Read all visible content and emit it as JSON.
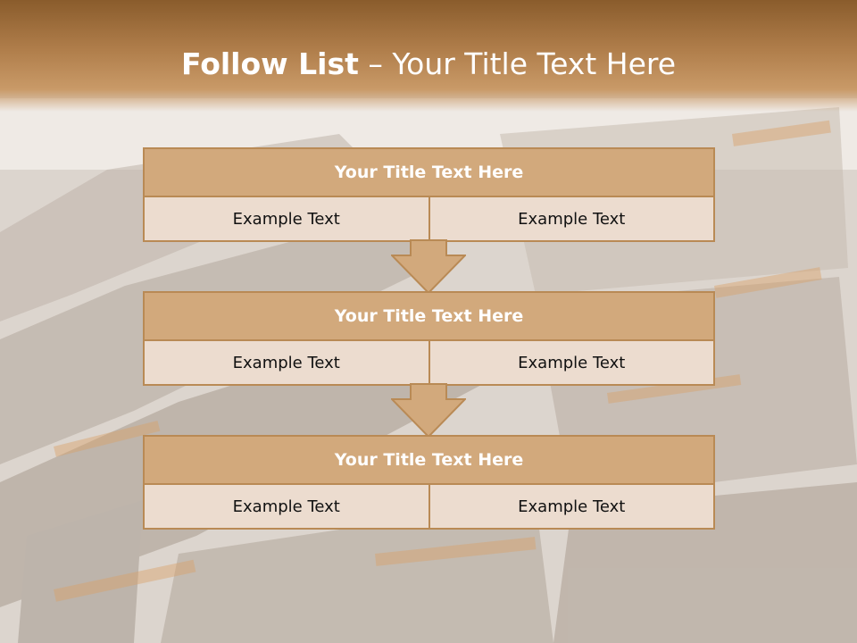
{
  "slide": {
    "title_bold": "Follow List",
    "title_rest": " – Your Title Text Here"
  },
  "steps": [
    {
      "title": "Your Title Text Here",
      "left": "Example Text",
      "right": "Example Text"
    },
    {
      "title": "Your Title Text Here",
      "left": "Example Text",
      "right": "Example Text"
    },
    {
      "title": "Your Title Text Here",
      "left": "Example Text",
      "right": "Example Text"
    }
  ],
  "colors": {
    "header": "#a8753f",
    "box_title": "#d2a97c",
    "box_cell": "#ecdccf",
    "border": "#b98a55"
  }
}
